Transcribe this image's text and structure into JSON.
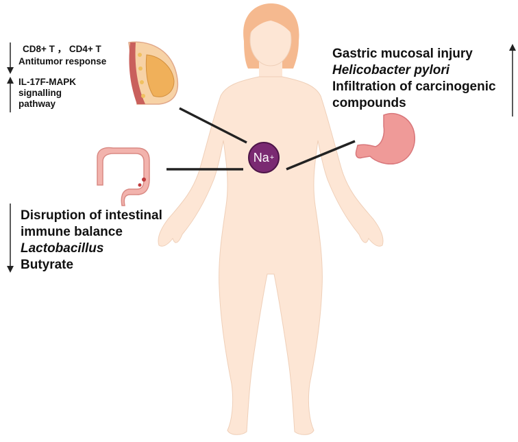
{
  "sodium": {
    "label": "Na",
    "charge": "+",
    "color": "#7a2a72"
  },
  "breast": {
    "line1": "CD8+ T ， CD4+ T",
    "line2": "Antitumor response",
    "line3": "IL-17F-MAPK",
    "line4": "signalling",
    "line5": "pathway",
    "arrow_top": "down",
    "arrow_bottom": "up"
  },
  "stomach": {
    "line1": "Gastric mucosal injury",
    "line2": "Helicobacter pylori",
    "line3": "Infiltration of carcinogenic",
    "line4": "compounds",
    "arrow": "up"
  },
  "intestine": {
    "line1": "Disruption of intestinal",
    "line2": "immune balance",
    "line3": "Lactobacillus",
    "line4": "Butyrate",
    "arrow": "down"
  },
  "colors": {
    "skin": "#fde6d5",
    "skin_edge": "#e9c3a8",
    "hair": "#f5b98f",
    "stomach": "#ef9a98",
    "intestine": "#f2b3ad"
  }
}
